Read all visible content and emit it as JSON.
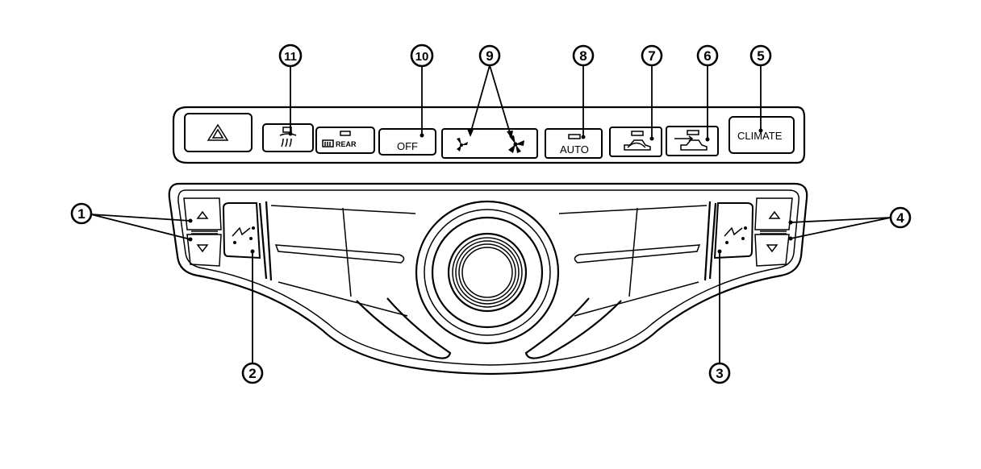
{
  "buttons": {
    "off": "OFF",
    "auto": "AUTO",
    "climate": "CLIMATE",
    "rear": "REAR"
  },
  "callouts": [
    {
      "number": "1",
      "target": "left-temperature-buttons"
    },
    {
      "number": "2",
      "target": "left-airflow-mode-button"
    },
    {
      "number": "3",
      "target": "right-airflow-mode-button"
    },
    {
      "number": "4",
      "target": "right-temperature-buttons"
    },
    {
      "number": "5",
      "target": "climate-button"
    },
    {
      "number": "6",
      "target": "outside-air-button"
    },
    {
      "number": "7",
      "target": "recirculation-button"
    },
    {
      "number": "8",
      "target": "auto-button"
    },
    {
      "number": "9",
      "target": "fan-speed-buttons"
    },
    {
      "number": "10",
      "target": "off-button"
    },
    {
      "number": "11",
      "target": "front-defroster-button"
    }
  ]
}
